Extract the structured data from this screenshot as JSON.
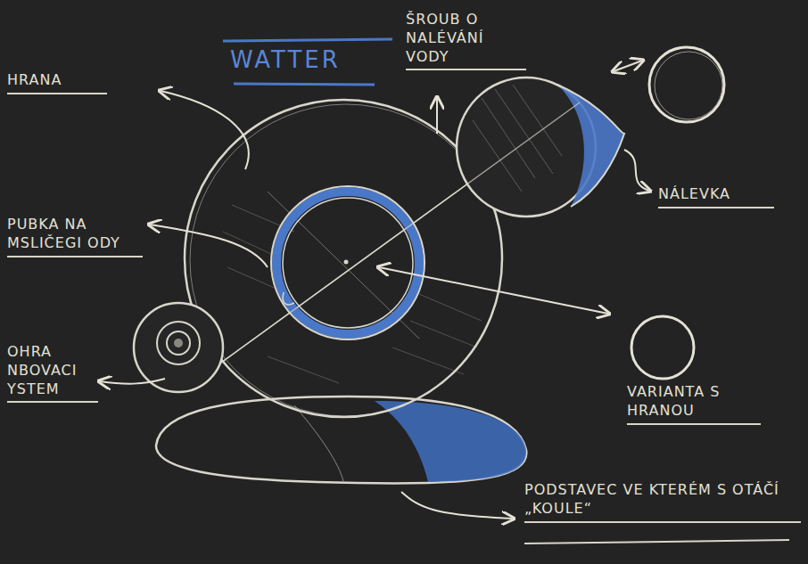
{
  "diagram": {
    "title": "WATTER",
    "labels": [
      "ŠROUB O NALÉVÁNÍ VODY",
      "HRANA",
      "NÁLEVKA",
      "PUBKA NA MSLIČEGI ODY",
      "OHRA NBOVACI YSTEM",
      "VARIANTA S HRANOU",
      "PODSTAVEC VE KTERÉM S OTÁČÍ „KOULE“"
    ]
  }
}
